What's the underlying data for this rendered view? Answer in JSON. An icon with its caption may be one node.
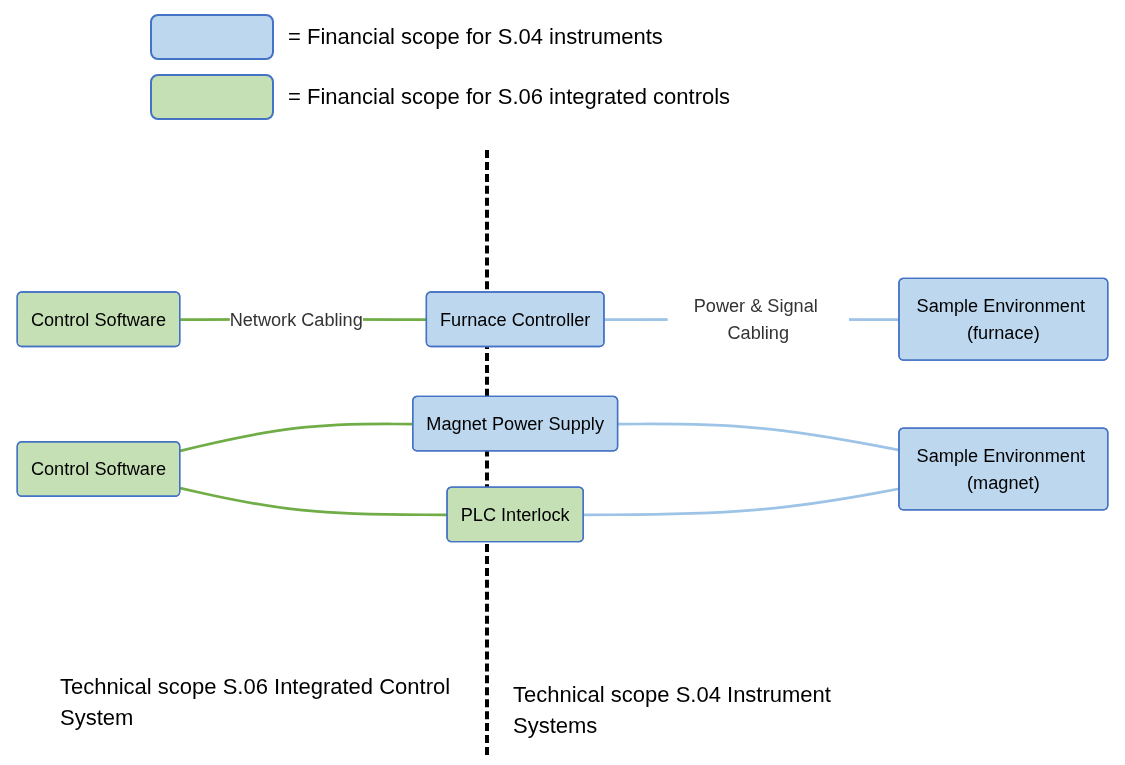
{
  "diagram": {
    "nodes": [
      {
        "text": [
          "Control Software"
        ]
      },
      {
        "text": [
          "Furnace Controller"
        ]
      },
      {
        "text": [
          "Sample Environment (furnace)"
        ]
      },
      {
        "text": [
          "Control Software"
        ]
      },
      {
        "text": [
          "Magnet Power Supply"
        ]
      },
      {
        "text": [
          "Sample Environment (magnet)"
        ]
      },
      {
        "text": [
          "PLC Interlock"
        ]
      }
    ],
    "edges": [
      {
        "from": 0,
        "to": 1,
        "arrow": "none",
        "label": "Network Cabling",
        "color": "#70ad47"
      },
      {
        "from": 1,
        "to": 2,
        "arrow": "none",
        "label": "Power & Signal Cabling",
        "color": "#9dc3e6"
      },
      {
        "from": 3,
        "to": 4,
        "arrow": "none",
        "color": "#70ad47"
      },
      {
        "from": 3,
        "to": 6,
        "arrow": "none",
        "color": "#70ad47"
      },
      {
        "from": 4,
        "to": 5,
        "arrow": "none",
        "color": "#9dc3e6"
      },
      {
        "from": 6,
        "to": 5,
        "arrow": "none",
        "color": "#9dc3e6"
      }
    ],
    "labels": [
      "Technical scope S.06 Integrated Control System",
      "Technical scope S.04 Instrument Systems"
    ],
    "legend": [
      {
        "text": "= Financial scope for S.04 instruments",
        "color": "#bdd7ee"
      },
      {
        "text": "= Financial scope for S.06 integrated controls",
        "color": "#c5e0b4"
      }
    ]
  }
}
